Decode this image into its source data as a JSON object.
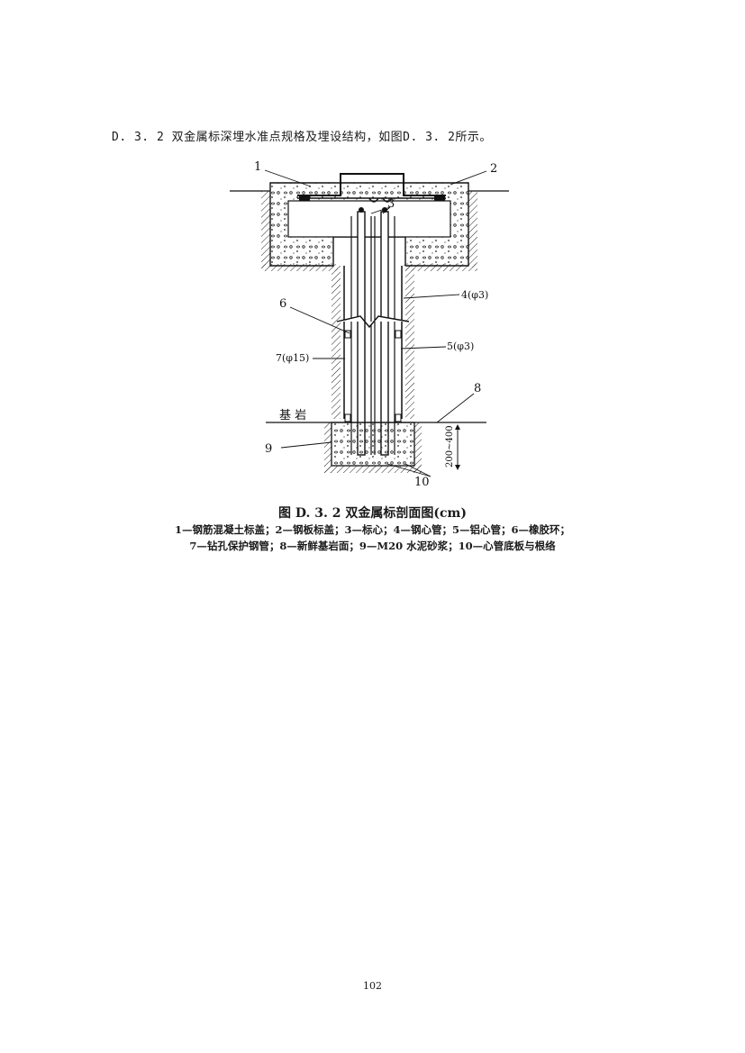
{
  "intro_text": "D. 3. 2  双金属标深埋水准点规格及埋设结构，如图D. 3. 2所示。",
  "figure": {
    "labels": {
      "n1": "1",
      "n2": "2",
      "n3": "3",
      "n4": "4(φ3)",
      "n5": "5(φ3)",
      "n6": "6",
      "n7": "7(φ15)",
      "n8": "8",
      "n9": "9",
      "n10": "10",
      "bedrock": "基  岩",
      "depth": "200~400"
    },
    "caption": "图 D. 3. 2   双金属标剖面图(cm)",
    "legend_line1": "1—钢筋混凝土标盖；2—钢板标盖；3—标心；4—钢心管；5—铝心管；6—橡胶环；",
    "legend_line2": "7—钻孔保护钢管；8—新鲜基岩面；9—M20 水泥砂浆；10—心管底板与根络"
  },
  "page_number": "102"
}
